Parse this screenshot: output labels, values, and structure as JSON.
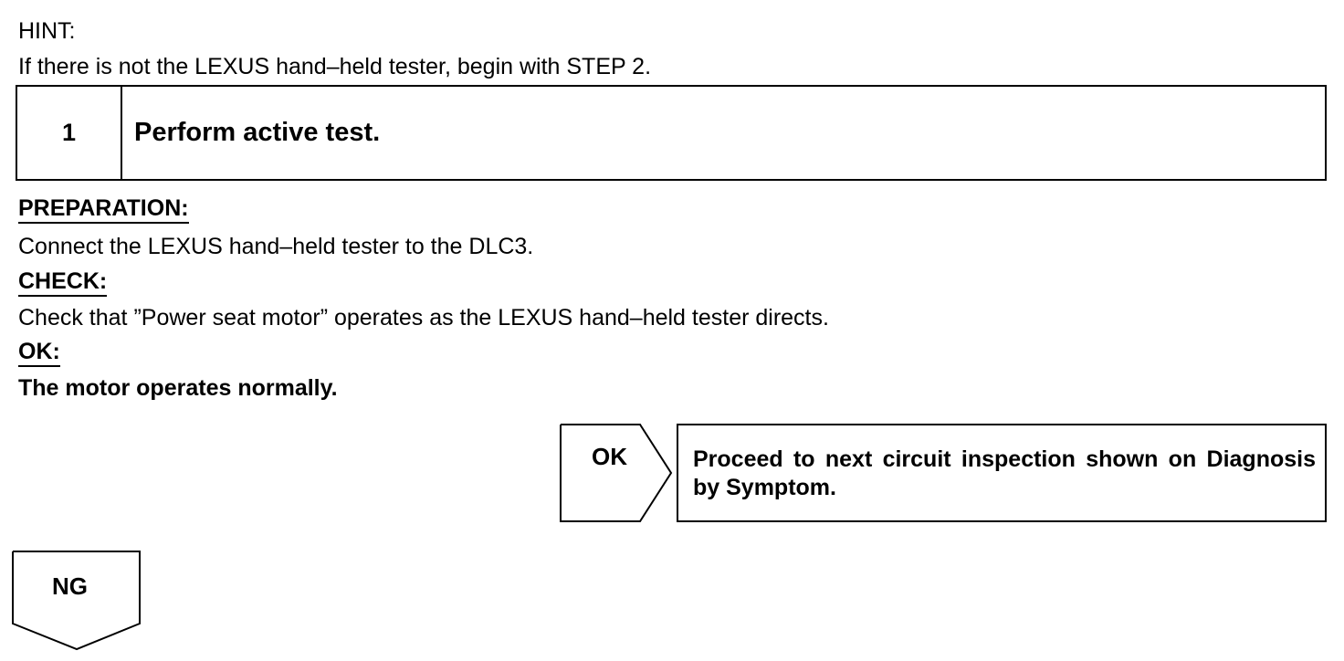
{
  "hint": {
    "label": "HINT:",
    "text": "If there is not the LEXUS hand–held tester, begin with STEP 2."
  },
  "step": {
    "number": "1",
    "title": "Perform active test."
  },
  "preparation": {
    "label": "PREPARATION:",
    "text": "Connect the LEXUS hand–held tester to the DLC3."
  },
  "check": {
    "label": "CHECK:",
    "text": "Check that ”Power seat motor” operates as the LEXUS hand–held tester directs."
  },
  "ok_criteria": {
    "label": "OK:",
    "text": "The motor operates normally."
  },
  "flow": {
    "ok_label": "OK",
    "ok_result": "Proceed to next circuit inspection shown on Diagnosis by Symptom.",
    "ng_label": "NG"
  }
}
